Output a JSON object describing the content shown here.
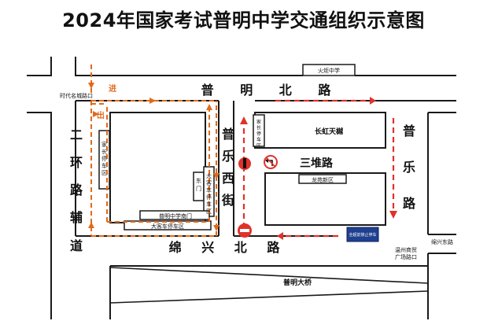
{
  "title": "2024年国家考试普明中学交通组织示意图",
  "roads": {
    "puming_north": "普 明 北 路",
    "mianxing_north": "绵 兴 北 路",
    "puyue_west": [
      "普",
      "乐",
      "西",
      "街"
    ],
    "puyue": [
      "普",
      "乐",
      "路"
    ],
    "ring_aux": [
      "二",
      "环",
      "路",
      "辅",
      "道"
    ],
    "sandui": "三堆路"
  },
  "labels": {
    "huoju_school": "火炬中学",
    "shidai_junction": "时代名城路口",
    "changhong_tianyue": "长虹天樾",
    "longyuan_district": "龙苑新区",
    "parent_parking_left": "家长停车区",
    "parent_parking_right": "家长停车区",
    "east_gate": "东门",
    "bus_parking_right": "大客车停车区",
    "south_gate": "普明中学南门",
    "bus_parking_bottom": "大客车停车区",
    "puming_bridge": "普明大桥",
    "mianxing_east_junction": "绵兴东路",
    "wenzhou_plaza": "温州商贸广场路口",
    "sign_board": "全超前禁止停车",
    "enter": "进",
    "exit": "出"
  },
  "colors": {
    "route_orange": "#e26a1a",
    "route_red": "#e0322a",
    "sign_blue": "#1f3f8f",
    "block_stroke": "#1a1a1a"
  },
  "icons": [
    "no-entry-icon",
    "no-left-turn-icon",
    "traffic-sign-icon"
  ]
}
